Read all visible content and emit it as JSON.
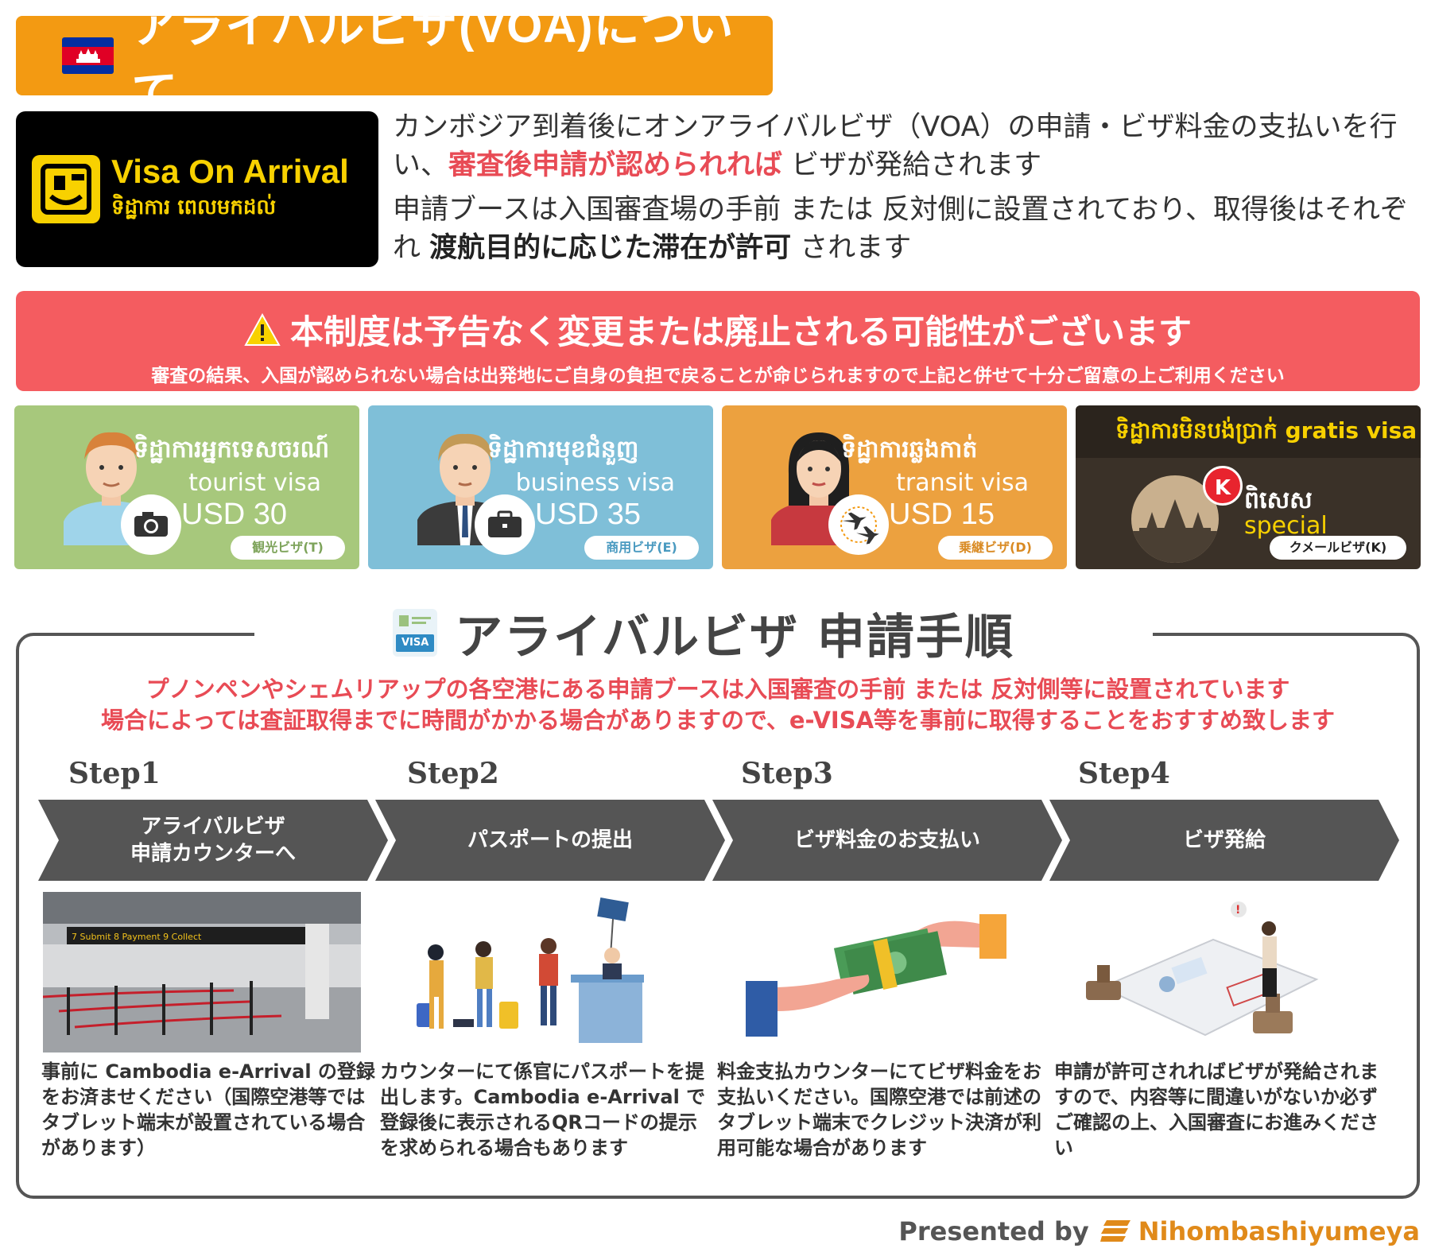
{
  "header": {
    "title": "アライバルビザ(VOA)について"
  },
  "voa_sign": {
    "en": "Visa On Arrival",
    "km": "ទិដ្ឋាការ ពេលមកដល់"
  },
  "intro": {
    "p1_a": "カンボジア到着後にオンアライバルビザ（VOA）の申請・ビザ料金の支払いを行い、",
    "p1_b": "審査後申請が認められれば",
    "p1_c": " ビザが発給されます",
    "p2_a": "申請ブースは入国審査場の手前 または 反対側に設置されており、取得後はそれぞれ ",
    "p2_b": "渡航目的に応じた滞在が許可",
    "p2_c": " されます"
  },
  "warning": {
    "title": "本制度は予告なく変更または廃止される可能性がございます",
    "sub": "審査の結果、入国が認められない場合は出発地にご自身の負担で戻ることが命じられますので上記と併せて十分ご留意の上ご利用ください"
  },
  "cards": [
    {
      "km": "ទិដ្ឋាការអ្នកទេសចរណ៍",
      "en": "tourist visa",
      "price": "USD 30",
      "pill": "観光ビザ(T)",
      "color": "#a7c87c"
    },
    {
      "km": "ទិដ្ឋាការមុខជំនួញ",
      "en": "business visa",
      "price": "USD 35",
      "pill": "商用ビザ(E)",
      "color": "#7fbfd8"
    },
    {
      "km": "ទិដ្ឋាការឆ្លងកាត់",
      "en": "transit visa",
      "price": "USD 15",
      "pill": "乗継ビザ(D)",
      "color": "#eca13f"
    },
    {
      "title": "ទិដ្ឋាការមិនបង់ប្រាក់ gratis visa",
      "badge": "K",
      "km": "ពិសេស",
      "en": "special",
      "pill": "クメールビザ(K)",
      "color": "#3a3128"
    }
  ],
  "steps_section": {
    "icon_label": "VISA",
    "title": "アライバルビザ 申請手順",
    "notice_1": "プノンペンやシェムリアップの各空港にある申請ブースは入国審査の手前 または 反対側等に設置されています",
    "notice_2": "場合によっては査証取得までに時間がかかる場合がありますので、e-VISA等を事前に取得することをおすすめ致します",
    "steps": [
      {
        "label": "Step1",
        "arrow_line1": "アライバルビザ",
        "arrow_line2": "申請カウンターへ",
        "desc": "事前に Cambodia e-Arrival の登録をお済ませください（国際空港等ではタブレット端末が設置されている場合があります）"
      },
      {
        "label": "Step2",
        "arrow_line1": "パスポートの提出",
        "arrow_line2": "",
        "desc": "カウンターにて係官にパスポートを提出します。Cambodia e-Arrival で登録後に表示されるQRコードの提示を求められる場合もあります"
      },
      {
        "label": "Step3",
        "arrow_line1": "ビザ料金のお支払い",
        "arrow_line2": "",
        "desc": "料金支払カウンターにてビザ料金をお支払いください。国際空港では前述のタブレット端末でクレジット決済が利用可能な場合があります"
      },
      {
        "label": "Step4",
        "arrow_line1": "ビザ発給",
        "arrow_line2": "",
        "desc": "申請が許可されればビザが発給されますので、内容等に間違いがないか必ずご確認の上、入国審査にお進みください"
      }
    ],
    "photo_sign": "7 Submit  8 Payment  9 Collect"
  },
  "footer": {
    "presented_by": "Presented by",
    "brand_a": "Nihombashi",
    "brand_b": "yumeya"
  }
}
